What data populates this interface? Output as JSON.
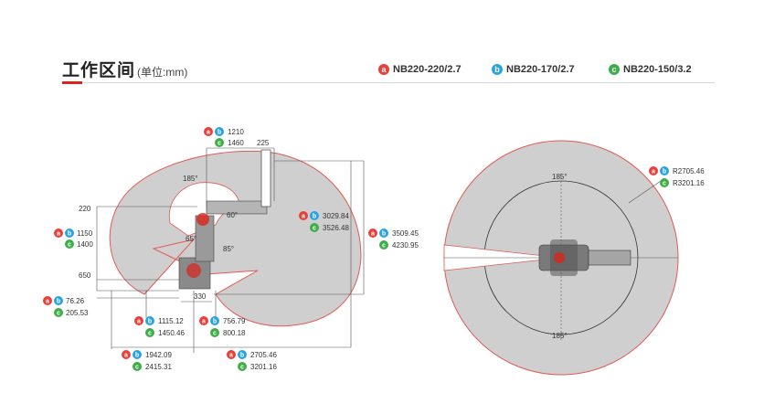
{
  "header": {
    "title": "工作区间",
    "unit": "(单位:mm)"
  },
  "legend": [
    {
      "badge": "a",
      "label": "NB220-220/2.7"
    },
    {
      "badge": "b",
      "label": "NB220-170/2.7"
    },
    {
      "badge": "c",
      "label": "NB220-150/3.2"
    }
  ],
  "badges": {
    "a": "a",
    "b": "b",
    "c": "c"
  },
  "side_view": {
    "top_ab": "1210",
    "top_c": "1460",
    "top_225": "225",
    "left_220": "220",
    "left_ab": "1150",
    "left_c": "1400",
    "left_650": "650",
    "base_ab": "76.26",
    "base_c": "205.53",
    "bottom_330": "330",
    "reach1_ab": "1115.12",
    "reach1_c": "1450.46",
    "reach2_ab": "756.79",
    "reach2_c": "800.18",
    "reach3_ab": "1942.09",
    "reach3_c": "2415.31",
    "reach4_ab": "2705.46",
    "reach4_c": "3201.16",
    "height1_ab": "3029.84",
    "height1_c": "3526.48",
    "height2_ab": "3509.45",
    "height2_c": "4230.95",
    "angle_185": "185°",
    "angle_60": "60°",
    "angle_65": "65°",
    "angle_85": "85°"
  },
  "top_view": {
    "radius_ab": "R2705.46",
    "radius_c": "R3201.16",
    "angle_top": "185°",
    "angle_bottom": "185°"
  },
  "colors": {
    "accent": "#d9251d",
    "zone": "#cfcfcf",
    "zone_edge": "#e05a55",
    "badge_a": "#e8403a",
    "badge_b": "#2aa4e0",
    "badge_c": "#3fae49"
  }
}
